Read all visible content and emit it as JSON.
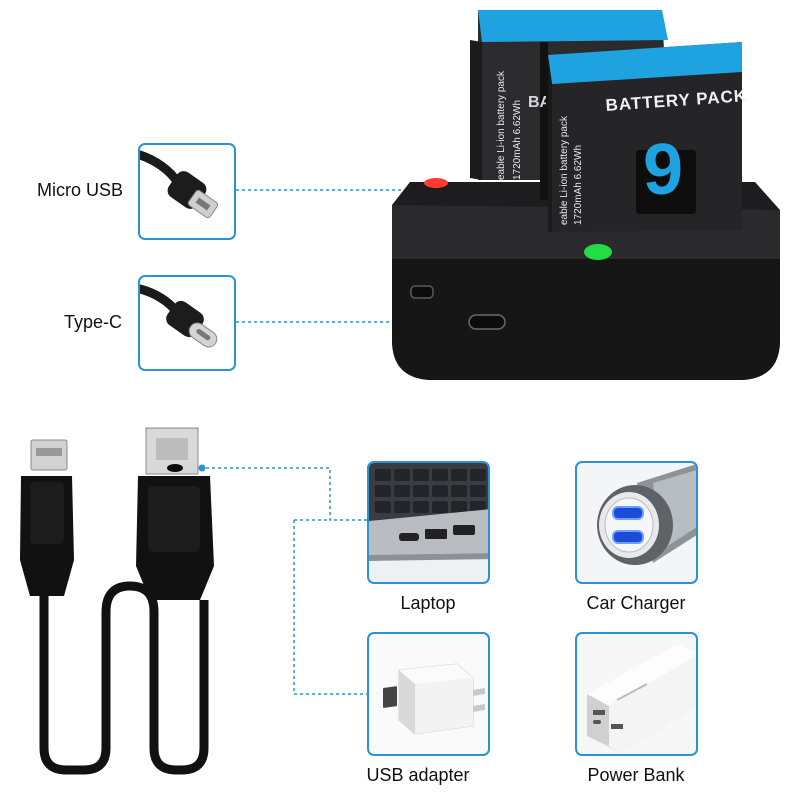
{
  "connector_labels": {
    "micro_usb": "Micro USB",
    "type_c": "Type-C"
  },
  "battery": {
    "front_label": "BATTERY PACK",
    "back_label": "BATTERY PACK",
    "front_model_digit": "9",
    "front_side_text": "eable Li-ion battery pack",
    "front_side_spec": "1720mAh 6.62Wh",
    "back_side_text": "eable Li-ion battery pack",
    "back_side_spec": "1720mAh 6.62Wh"
  },
  "power_sources": {
    "laptop": "Laptop",
    "car_charger": "Car Charger",
    "usb_adapter": "USB adapter",
    "power_bank": "Power Bank"
  },
  "colors": {
    "accent": "#2a93d5",
    "battery_blue": "#1fa3e0",
    "charger_body": "#1c1c1e",
    "led_red": "#ff3b30",
    "led_green": "#22dd44"
  }
}
